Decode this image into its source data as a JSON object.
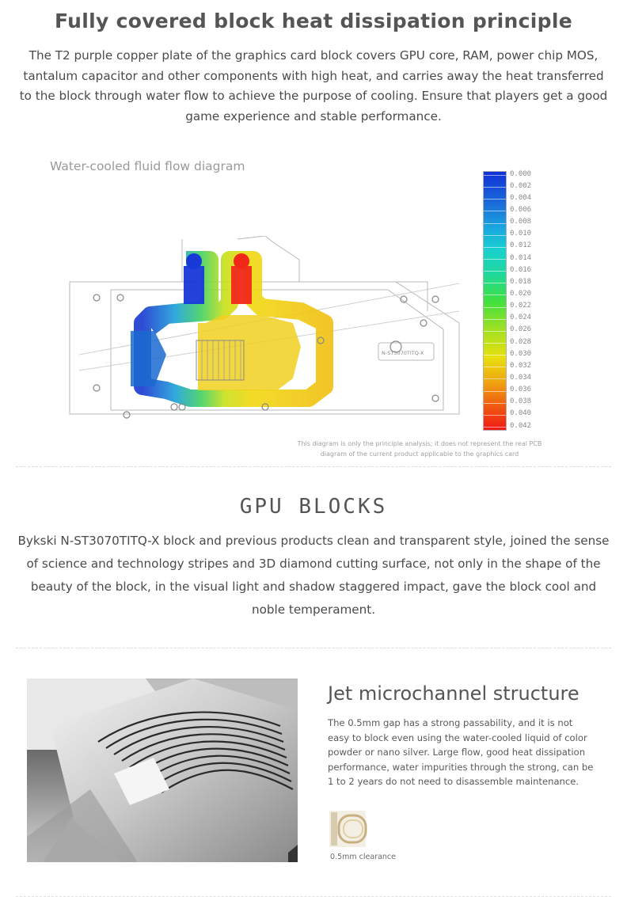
{
  "section1": {
    "title": "Fully covered block heat dissipation principle",
    "body": "The T2 purple copper plate of the graphics card block covers GPU core, RAM, power chip MOS, tantalum capacitor and other components with high heat, and carries away the heat transferred to the block through water flow to achieve the purpose of cooling. Ensure that players get a good game experience and stable performance.",
    "diagram_label": "Water-cooled fluid flow diagram",
    "legend_ticks": [
      "0.000",
      "0.002",
      "0.004",
      "0.006",
      "0.008",
      "0.010",
      "0.012",
      "0.014",
      "0.016",
      "0.018",
      "0.020",
      "0.022",
      "0.024",
      "0.026",
      "0.028",
      "0.030",
      "0.032",
      "0.034",
      "0.036",
      "0.038",
      "0.040",
      "0.042"
    ],
    "legend_colors": {
      "low": "#1030d8",
      "mid": "#40e040",
      "high": "#f01818"
    },
    "diagram_brand": "N-ST3070TITQ-X",
    "disclaimer_line1": "This diagram is only the principle analysis; it does not represent the real PCB",
    "disclaimer_line2": "diagram of the current product applicable to the graphics card"
  },
  "section2": {
    "title": "GPU BLOCKS",
    "body": "Bykski N-ST3070TITQ-X block and previous products clean and transparent style, joined the sense of science and technology stripes and 3D diamond cutting surface, not only in the shape of the beauty of the block, in the visual light and shadow staggered impact, gave the block cool and noble temperament."
  },
  "section3": {
    "title": "Jet microchannel structure",
    "body": "The 0.5mm gap has a strong passability, and it is not easy to block even using the water-cooled liquid of color powder or nano silver. Large flow, good heat dissipation performance, water impurities through the strong, can be 1 to 2 years do not need to disassemble maintenance.",
    "clearance_label": "0.5mm clearance"
  }
}
